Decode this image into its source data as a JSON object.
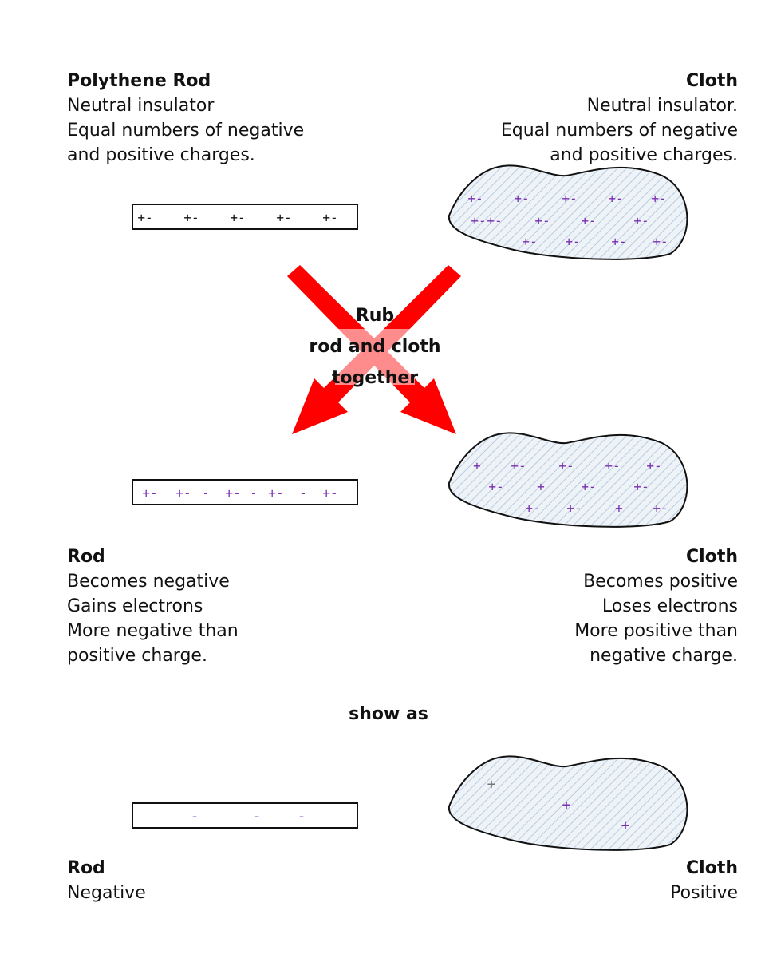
{
  "top": {
    "rod": {
      "title": "Polythene Rod",
      "lines": [
        "Neutral insulator",
        "Equal numbers of negative",
        "and positive charges."
      ]
    },
    "cloth": {
      "title": "Cloth",
      "lines": [
        "Neutral insulator.",
        "Equal numbers of negative",
        "and positive charges."
      ]
    }
  },
  "arrow_label": [
    "Rub",
    "rod and cloth",
    "together"
  ],
  "middle": {
    "rod": {
      "title": "Rod",
      "lines": [
        "Becomes negative",
        "Gains electrons",
        "More negative than",
        "positive charge."
      ]
    },
    "cloth": {
      "title": "Cloth",
      "lines": [
        "Becomes positive",
        "Loses electrons",
        "More positive than",
        "negative charge."
      ]
    }
  },
  "show_as": "show as",
  "bottom": {
    "rod": {
      "title": "Rod",
      "lines": [
        "Negative"
      ]
    },
    "cloth": {
      "title": "Cloth",
      "lines": [
        "Positive"
      ]
    }
  },
  "charges": {
    "top_rod": [
      "+-",
      "+-",
      "+-",
      "+-",
      "+-"
    ],
    "top_cloth": [
      "+-",
      "+-",
      "+-",
      "+-",
      "+-",
      "+-",
      "+-",
      "+-",
      "+-",
      "+-",
      "+-",
      "+-",
      "+-",
      "+-"
    ],
    "mid_rod": [
      "+-",
      "+-",
      "-",
      "+-",
      "-",
      "+-",
      "-",
      "+-"
    ],
    "mid_cloth": [
      "+",
      "+-",
      "+-",
      "+-",
      "+-",
      "+-",
      "+",
      "+-",
      "+-",
      "+-",
      "+-",
      "+",
      "+-"
    ],
    "bottom_rod": [
      "-",
      "-",
      "-"
    ],
    "bottom_cloth": [
      "+",
      "+",
      "+"
    ]
  },
  "colors": {
    "arrow": "#ff0000",
    "charge": "#7a2fb0",
    "outline": "#111111",
    "cloth_fill": "#eef3f8",
    "cloth_hatch": "#b9cbe0"
  }
}
